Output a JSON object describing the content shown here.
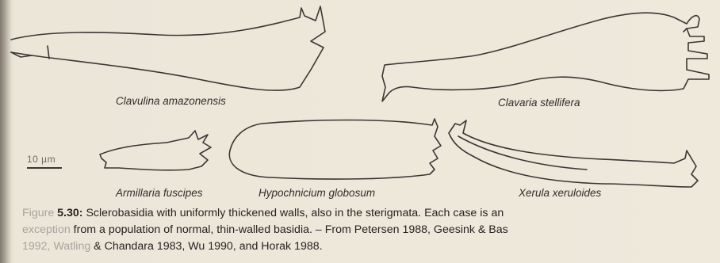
{
  "figure": {
    "specimens": [
      {
        "id": "clavulina",
        "label": "Clavulina amazonensis"
      },
      {
        "id": "clavaria",
        "label": "Clavaria stellifera"
      },
      {
        "id": "armillaria",
        "label": "Armillaria fuscipes"
      },
      {
        "id": "hypochnicium",
        "label": "Hypochnicium globosum"
      },
      {
        "id": "xerula",
        "label": "Xerula xeruloides"
      }
    ],
    "scale_bar": {
      "label": "10 µm"
    }
  },
  "caption": {
    "line1_prefix": "Figure",
    "line1_label": "5.30:",
    "line1_text": " Sclerobasidia with uniformly thickened walls, also in the sterigmata. Each case is an",
    "line2_prefix": "exception",
    "line2_text": " from a population of normal, thin-walled basidia. – From Petersen 1988, Geesink & Bas",
    "line3_prefix": "1992, Watling",
    "line3_text": " & Chandara 1983, Wu 1990, and Horak 1988."
  }
}
